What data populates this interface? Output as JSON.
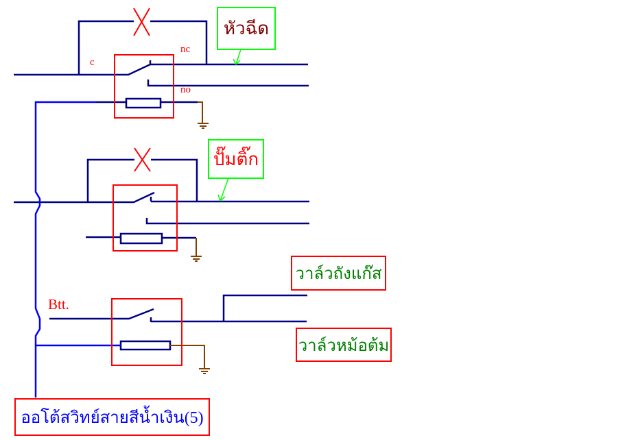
{
  "labels": {
    "c": "c",
    "nc": "nc",
    "no": "no",
    "btt": "Btt."
  },
  "callouts": {
    "nozzle": "หัวฉีด",
    "pump": "ปั๊มติ๊ก",
    "gas_valve": "วาล์วถังแก๊ส",
    "boiler_valve": "วาล์วหม้อต้ม",
    "auto_switch": "ออโต้สวิทย์สายสีน้ำเงิน(5)"
  },
  "colors": {
    "wire": "#000080",
    "control_wire": "#0000ff",
    "ground_wire": "#804000",
    "relay_box": "#ff0000",
    "callout_green": "#00ff00",
    "text_red": "#ff0000",
    "text_brown": "#800000",
    "text_green": "#008000",
    "text_blue": "#0000ff"
  }
}
